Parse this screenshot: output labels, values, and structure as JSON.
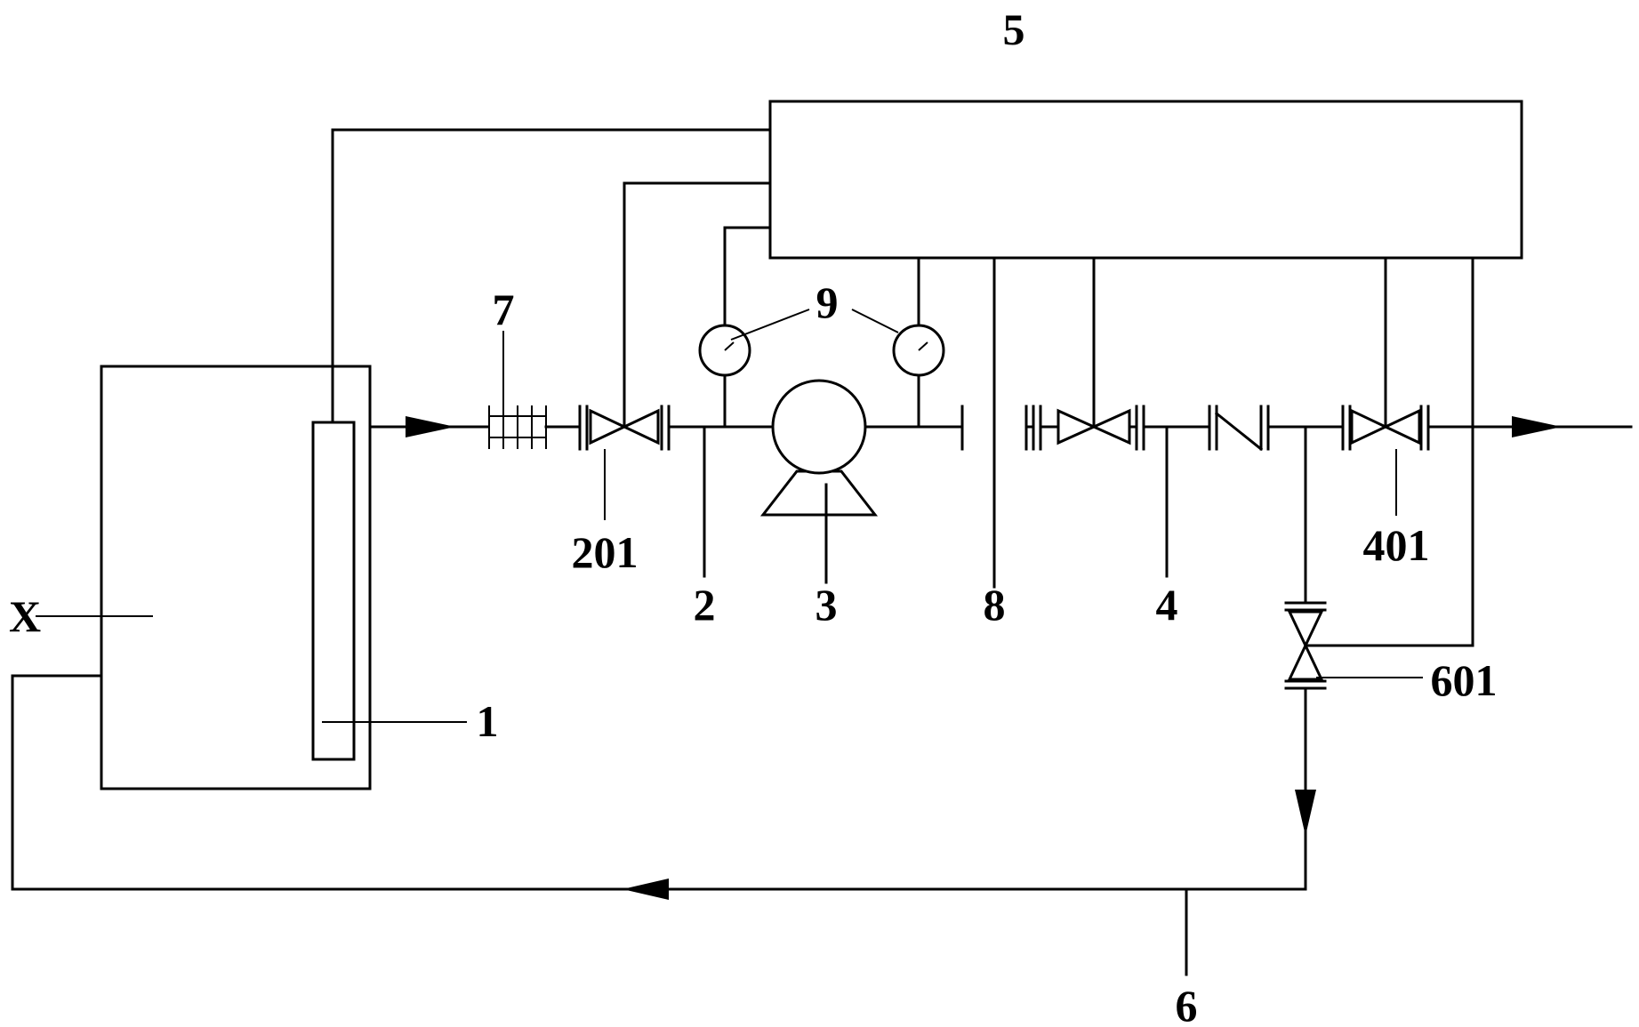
{
  "labels": {
    "tank_outer": "X",
    "sensor": "1",
    "pipe_suction": "2",
    "pump": "3",
    "pipe_discharge": "4",
    "controller": "5",
    "return_line": "6",
    "filter": "7",
    "flow_element": "8",
    "gauges": "9",
    "valve_inlet": "201",
    "valve_outlet": "401",
    "valve_return": "601"
  }
}
